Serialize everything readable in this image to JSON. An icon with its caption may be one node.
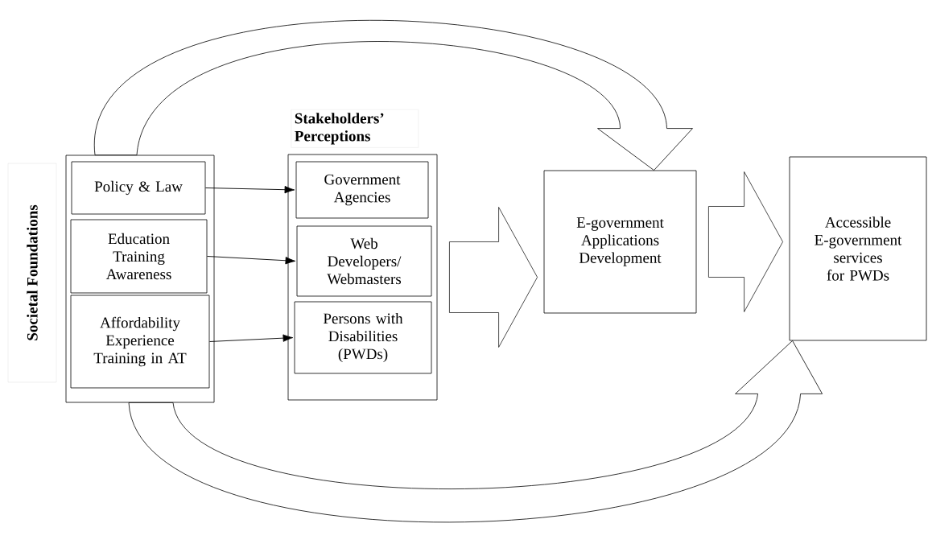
{
  "diagram": {
    "nodes": [
      {
        "text": [
          "Societal Foundations"
        ]
      },
      {
        "text": [],
        "shape": "box"
      },
      {
        "text": [
          "Policy & Law"
        ],
        "in": 1
      },
      {
        "text": [
          "Education Training Awareness"
        ],
        "in": 1
      },
      {
        "text": [
          "Affordability Experience Training in AT"
        ],
        "in": 1
      },
      {
        "text": [
          "Stakeholders’ Perceptions"
        ]
      },
      {
        "text": [
          "Government Agencies"
        ],
        "in": 5
      },
      {
        "text": [
          "Web Developers/ Webmasters"
        ],
        "in": 5
      },
      {
        "text": [
          "Persons with Disabilities (PWDs)"
        ],
        "in": 5
      },
      {
        "text": [
          "E-government Applications Development"
        ]
      },
      {
        "text": [
          "Accessible E-government services for PWDs"
        ]
      }
    ],
    "edges": [
      {
        "from": 2,
        "to": 6,
        "arrow": "to"
      },
      {
        "from": 3,
        "to": 7,
        "arrow": "to"
      },
      {
        "from": 4,
        "to": 8,
        "arrow": "to"
      },
      {
        "from": 5,
        "to": 9,
        "arrow": "to",
        "style": "thick"
      },
      {
        "from": 9,
        "to": 10,
        "arrow": "to",
        "style": "thick"
      },
      {
        "from": 1,
        "to": 9,
        "arrow": "to",
        "style": "thick"
      },
      {
        "from": 1,
        "to": 10,
        "arrow": "to",
        "style": "thick"
      }
    ]
  }
}
